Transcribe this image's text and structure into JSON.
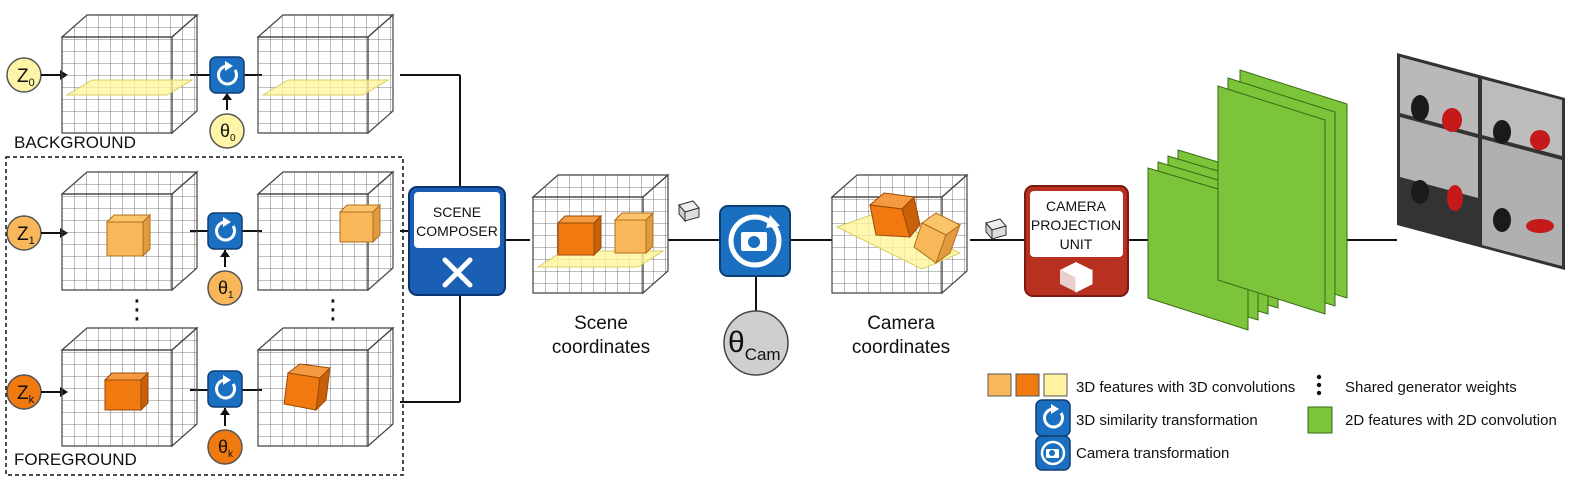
{
  "background": {
    "label": "BACKGROUND",
    "latent": {
      "letter": "Z",
      "sub": "0"
    },
    "pose": {
      "letter": "θ",
      "sub": "0"
    }
  },
  "foreground": {
    "label": "FOREGROUND",
    "objects": [
      {
        "latent": {
          "letter": "Z",
          "sub": "1"
        },
        "pose": {
          "letter": "θ",
          "sub": "1"
        }
      },
      {
        "latent": {
          "letter": "Z",
          "sub": "k"
        },
        "pose": {
          "letter": "θ",
          "sub": "k"
        }
      }
    ],
    "ellipsis": "⋮"
  },
  "scene_composer": {
    "lines": [
      "SCENE",
      "COMPOSER"
    ],
    "color": "#1a5fb4"
  },
  "scene_coordinates": {
    "lines": [
      "Scene",
      "coordinates"
    ]
  },
  "camera_pose": {
    "letter": "θ",
    "sub": "Cam"
  },
  "camera_coordinates": {
    "lines": [
      "Camera",
      "coordinates"
    ]
  },
  "camera_projection_unit": {
    "lines": [
      "CAMERA",
      "PROJECTION",
      "UNIT"
    ],
    "color": "#b83020"
  },
  "legend": {
    "features_3d": "3D features with 3D convolutions",
    "shared_weights": "Shared generator weights",
    "similarity": "3D similarity transformation",
    "features_2d": "2D features with 2D convolution",
    "camera_transform": "Camera transformation"
  },
  "colors": {
    "yellow_node": "#fff5a8",
    "orange_node": "#f39a2a",
    "light_orange_feature": "#f8b85a",
    "orange_feature": "#f07a10",
    "yellow_feature": "#fff3a0",
    "green_feature": "#7cc43a",
    "transform_blue": "#1a6fc0"
  }
}
